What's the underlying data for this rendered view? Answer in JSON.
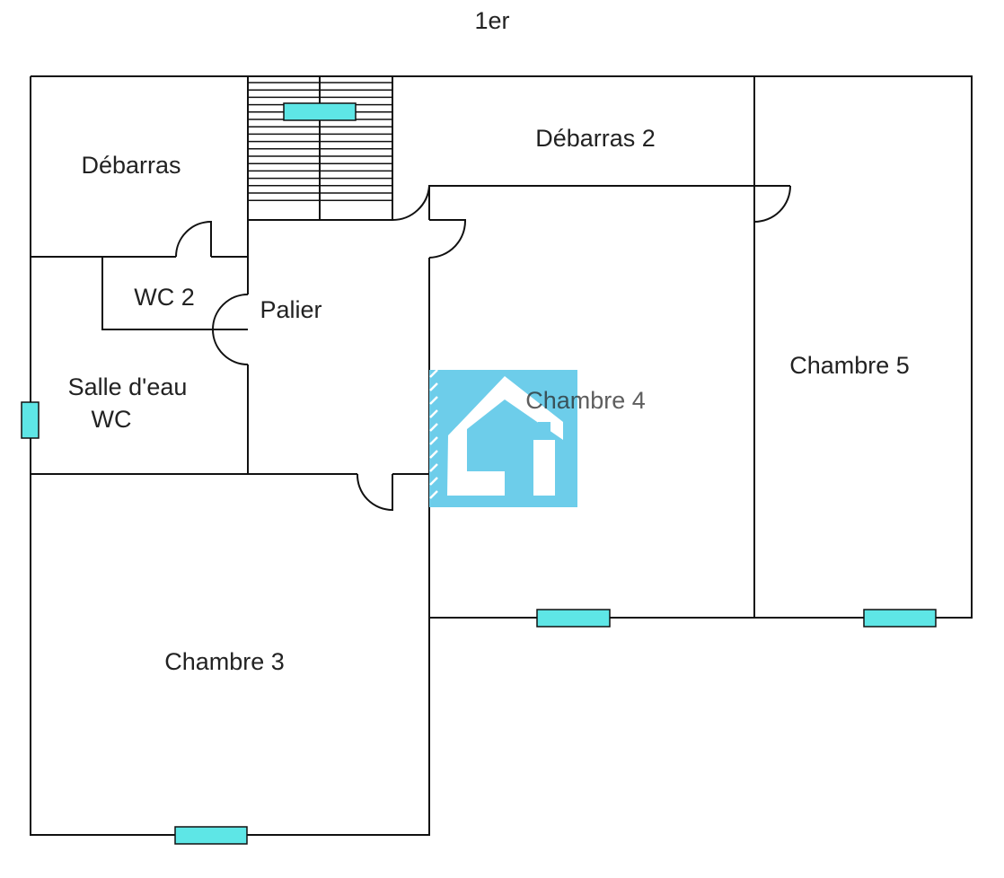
{
  "plan": {
    "title": "1er",
    "rooms": {
      "debarras": "Débarras",
      "debarras2": "Débarras 2",
      "wc2": "WC 2",
      "palier": "Palier",
      "salle_deau_line1": "Salle d'eau",
      "salle_deau_line2": "WC",
      "chambre4": "Chambre 4",
      "chambre5": "Chambre 5",
      "chambre3": "Chambre 3"
    }
  },
  "colors": {
    "window": "#5ee6e6",
    "logo": "#6dcdea",
    "wall": "#111111"
  },
  "watermark": {
    "icon": "house-logo-icon"
  }
}
